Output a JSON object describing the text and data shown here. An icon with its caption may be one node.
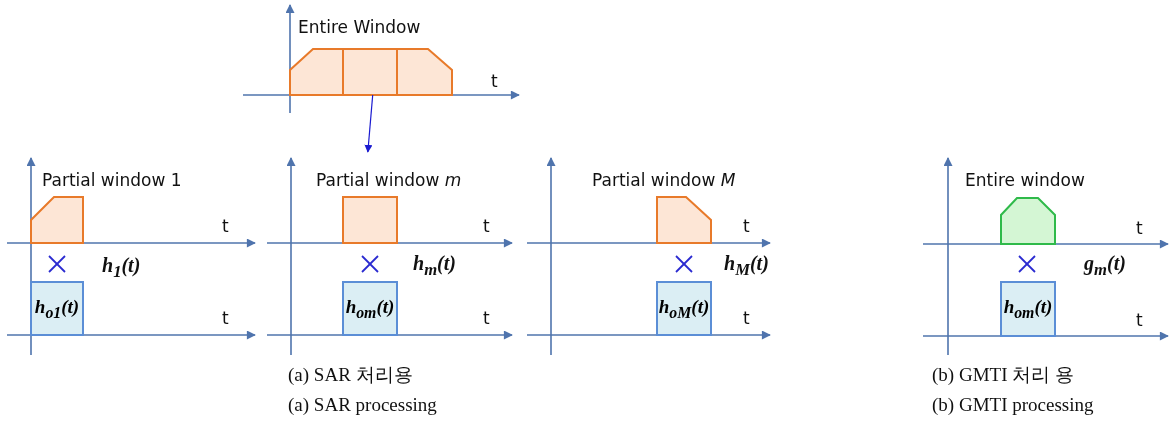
{
  "diagram": {
    "nodes": [
      {
        "text": [],
        "shape": "box"
      },
      {
        "text": [],
        "shape": "box"
      },
      {
        "text": [],
        "shape": "box"
      },
      {
        "text": [],
        "shape": "box",
        "beside": [
          "Partial window 1"
        ]
      },
      {
        "text": [
          "h$_{o1}$(t)"
        ]
      },
      {
        "text": [],
        "shape": "box",
        "beside": [
          "Partial window *m*"
        ]
      },
      {
        "text": [
          "h$_{om}$(t)"
        ]
      },
      {
        "text": [],
        "shape": "box",
        "beside": [
          "Partial window *M*"
        ]
      },
      {
        "text": [
          "h$_{oM}$(t)"
        ]
      },
      {
        "text": [],
        "shape": "box",
        "beside": [
          "Entire window"
        ]
      },
      {
        "text": [
          "h$_{om}$(t)"
        ]
      }
    ],
    "edges": [
      {
        "from": 1,
        "to": 5,
        "arrow": "to",
        "color": "#1a1ad0"
      }
    ],
    "labels": [
      "Entire Window",
      "t",
      "t",
      "t",
      "t",
      "t",
      "h$_{1}$(t)",
      "h$_{m}$(t)",
      "h$_{M}$(t)",
      "g$_{m}$(t)",
      "t",
      "t",
      "t",
      "t",
      "(a) SAR 처리용",
      "(b) GMTI 처리 용",
      "(a) SAR processing",
      "(b) GMTI processing"
    ]
  }
}
